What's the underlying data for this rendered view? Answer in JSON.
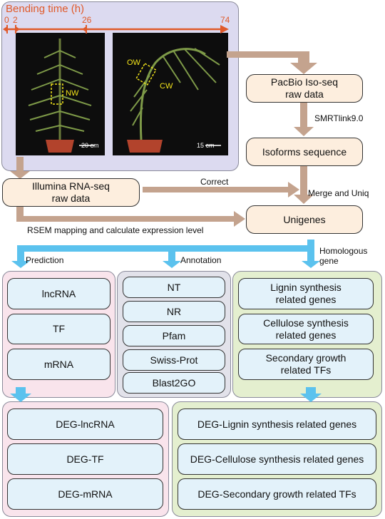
{
  "timeline": {
    "title": "Bending time (h)",
    "ticks": [
      "0",
      "2",
      "26",
      "74"
    ],
    "color": "#e05a2a"
  },
  "photos": {
    "left": {
      "region_label": "NW",
      "scale_label": "20 cm"
    },
    "right": {
      "region_label_upper": "OW",
      "region_label_lower": "CW",
      "scale_label": "15 cm"
    }
  },
  "nodes": {
    "pacbio": "PacBio Iso-seq\nraw data",
    "isoforms": "Isoforms sequence",
    "illumina": "Illumina RNA-seq\nraw data",
    "unigenes": "Unigenes"
  },
  "edges": {
    "smrt": "SMRTlink9.0",
    "correct": "Correct",
    "merge": "Merge and Uniq",
    "rsem": "RSEM mapping and calculate expression level",
    "prediction": "Prediction",
    "annotation": "Annotation",
    "homologous": "Homologous\ngene"
  },
  "prediction_items": [
    "lncRNA",
    "TF",
    "mRNA"
  ],
  "annotation_items": [
    "NT",
    "NR",
    "Pfam",
    "Swiss-Prot",
    "Blast2GO"
  ],
  "homologous_items": [
    "Lignin synthesis\nrelated genes",
    "Cellulose synthesis\nrelated genes",
    "Secondary growth\nrelated TFs"
  ],
  "deg_left": [
    "DEG-lncRNA",
    "DEG-TF",
    "DEG-mRNA"
  ],
  "deg_right": [
    "DEG-Lignin synthesis related genes",
    "DEG-Cellulose synthesis related genes",
    "DEG-Secondary growth related TFs"
  ],
  "colors": {
    "panel_top": "#dcdaf0",
    "panel_pink": "#f9e4ec",
    "panel_gray": "#e2e2ea",
    "panel_green": "#e4efcf",
    "arrow_brown": "#c4a38e",
    "arrow_blue": "#5bc2ee"
  }
}
